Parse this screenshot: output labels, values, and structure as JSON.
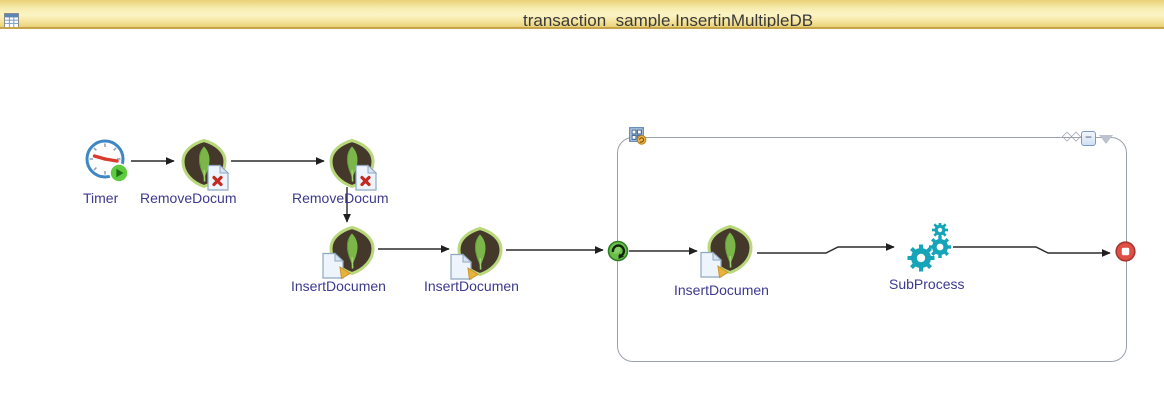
{
  "titlebar": {
    "title": "transaction_sample.InsertinMultipleDB",
    "tab_icon": "spreadsheet-table-icon"
  },
  "nodes": {
    "timer": {
      "label": "Timer",
      "type": "timer-start"
    },
    "remove1": {
      "label": "RemoveDocum",
      "type": "mongodb-remove-document"
    },
    "remove2": {
      "label": "RemoveDocum",
      "type": "mongodb-remove-document"
    },
    "insert1": {
      "label": "InsertDocumen",
      "type": "mongodb-insert-document"
    },
    "insert2": {
      "label": "InsertDocumen",
      "type": "mongodb-insert-document"
    },
    "insert3": {
      "label": "InsertDocumen",
      "type": "mongodb-insert-document"
    },
    "subprocess": {
      "label": "SubProcess",
      "type": "subprocess-call"
    }
  },
  "group": {
    "type": "transaction-group",
    "link_glyph": "◇◇",
    "collapse_glyph": "−",
    "start_marker": "green-start-circle",
    "end_marker": "red-stop-circle"
  },
  "colors": {
    "label_indigo": "#3c3a8f",
    "mongo_leaf_green": "#7ab648",
    "mongo_shield_brown": "#44382a",
    "mongo_glow_green": "#b9d87c",
    "subprocess_teal": "#15a4b8",
    "start_green": "#55b13c",
    "stop_red": "#df4f44",
    "badge_remove_red": "#c22a22",
    "badge_insert_gold": "#e8b33a",
    "titlebar_gold": "#f3e29a",
    "group_border_gray": "#9aa1ab",
    "connector_black": "#2b2b2b"
  }
}
